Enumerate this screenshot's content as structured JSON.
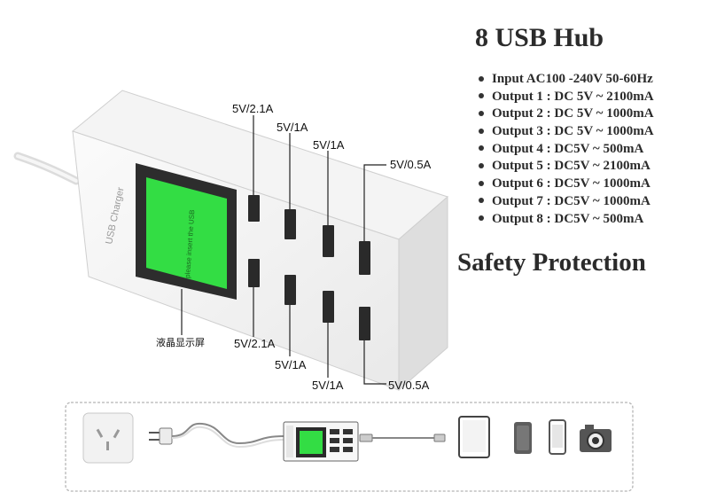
{
  "title": "8 USB Hub",
  "specs": [
    "Input AC100 -240V 50-60Hz",
    "Output 1 : DC 5V ~ 2100mA",
    "Output 2 : DC 5V ~ 1000mA",
    "Output 3 : DC 5V ~ 1000mA",
    "Output 4 : DC5V ~ 500mA",
    "Output 5 : DC5V ~ 2100mA",
    "Output 6 : DC5V ~ 1000mA",
    "Output 7 : DC5V ~ 1000mA",
    "Output 8 : DC5V ~ 500mA"
  ],
  "safety": "Safety Protection",
  "device": {
    "brand_text": "USB Charger",
    "screen_text": "please insert the USB",
    "screen_color": "#33dd44",
    "screen_label": "液晶显示屏"
  },
  "port_labels": {
    "top": [
      "5V/2.1A",
      "5V/1A",
      "5V/1A",
      "5V/0.5A"
    ],
    "bottom": [
      "5V/2.1A",
      "5V/1A",
      "5V/1A",
      "5V/0.5A"
    ]
  },
  "diagram_icons": [
    "wall-outlet-icon",
    "power-plug-icon",
    "usb-hub-icon",
    "usb-cable-icon",
    "tablet-icon",
    "power-bank-icon",
    "smartphone-icon",
    "camera-icon"
  ]
}
